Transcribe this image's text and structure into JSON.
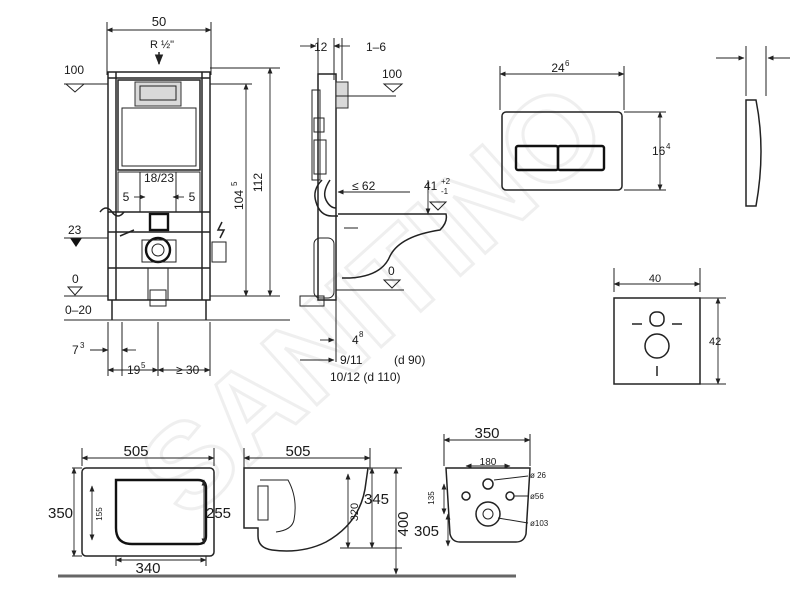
{
  "frame": {
    "width_total": "50",
    "connection": "R ½\"",
    "height_total": "112",
    "height_frame": "104",
    "height_frame_sup": "5",
    "level_100": "100",
    "level_23": "23",
    "level_0": "0",
    "range_0_20": "0–20",
    "spacing_18_23": "18/23",
    "side_5_left": "5",
    "side_5_right": "5",
    "foot_offset": "7",
    "foot_offset_sup": "3",
    "drain_offset": "19",
    "drain_offset_sup": "5",
    "min_30": "≥ 30"
  },
  "side": {
    "depth_12": "12",
    "depth_1_6": "1–6",
    "level_100": "100",
    "le_62": "≤ 62",
    "h41": "41",
    "h41_tol_plus": "+2",
    "h41_tol_minus": "-1",
    "level_0": "0",
    "off_4": "4",
    "off_4_sup": "8",
    "pipe_9_11": "9/11",
    "pipe_d90": "(d 90)",
    "pipe_10_12": "10/12 (d 110)"
  },
  "plate": {
    "width": "24",
    "width_sup": "6",
    "height": "16",
    "height_sup": "4"
  },
  "pad": {
    "width": "40",
    "height": "42"
  },
  "bowl_top": {
    "length": "505",
    "width": "350",
    "inner_length": "340",
    "inner_width": "255",
    "small_155": "155"
  },
  "bowl_side": {
    "length": "505",
    "h320": "320",
    "h345": "345",
    "h400": "400"
  },
  "bowl_back": {
    "width": "350",
    "spacing_180": "180",
    "d26": "ø 26",
    "d56": "ø56",
    "d103": "ø103",
    "h135": "135",
    "h305": "305"
  },
  "watermark": {
    "text": "SANITINO"
  }
}
